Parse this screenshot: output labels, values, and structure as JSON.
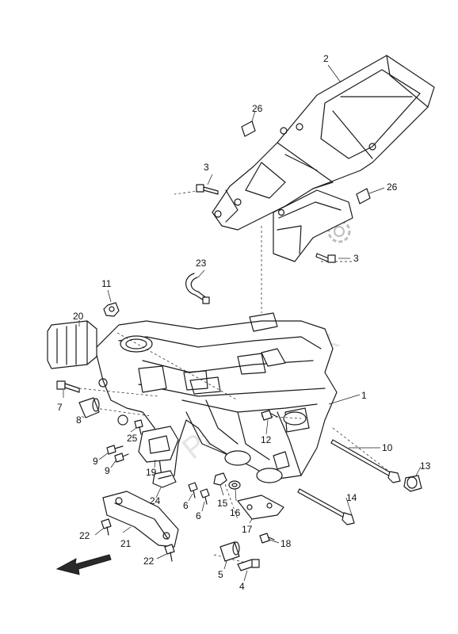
{
  "watermark": "PartsRepublik",
  "callouts": {
    "c1": "1",
    "c2": "2",
    "c3a": "3",
    "c3b": "3",
    "c4": "4",
    "c5": "5",
    "c6a": "6",
    "c6b": "6",
    "c7": "7",
    "c8": "8",
    "c9a": "9",
    "c9b": "9",
    "c10": "10",
    "c11": "11",
    "c12": "12",
    "c13": "13",
    "c14": "14",
    "c15": "15",
    "c16": "16",
    "c17": "17",
    "c18": "18",
    "c19": "19",
    "c20": "20",
    "c21": "21",
    "c22a": "22",
    "c22b": "22",
    "c23": "23",
    "c24": "24",
    "c25": "25",
    "c26a": "26",
    "c26b": "26"
  },
  "icons": {
    "gear": "gear-icon",
    "direction": "direction-arrow-icon"
  }
}
